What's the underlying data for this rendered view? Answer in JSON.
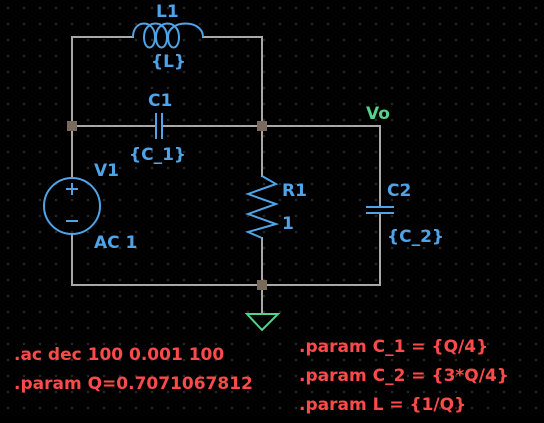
{
  "colors": {
    "background": "#000000",
    "wire": "#a8a8a8",
    "component": "#4fa3e6",
    "node": "#7a6a5c",
    "ground": "#55d38c",
    "net_label": "#55d38c",
    "directive": "#ff4a4a"
  },
  "components": {
    "L1": {
      "ref": "L1",
      "value": "{L}"
    },
    "C1": {
      "ref": "C1",
      "value": "{C_1}"
    },
    "V1": {
      "ref": "V1",
      "value": "AC 1"
    },
    "R1": {
      "ref": "R1",
      "value": "1"
    },
    "C2": {
      "ref": "C2",
      "value": "{C_2}"
    }
  },
  "net_labels": {
    "vo": "Vo"
  },
  "directives": {
    "ac": ".ac dec 100 0.001 100",
    "param_q": ".param Q=0.7071067812",
    "param_c1": ".param C_1 = {Q/4}",
    "param_c2": ".param C_2 = {3*Q/4}",
    "param_l": ".param L = {1/Q}"
  }
}
